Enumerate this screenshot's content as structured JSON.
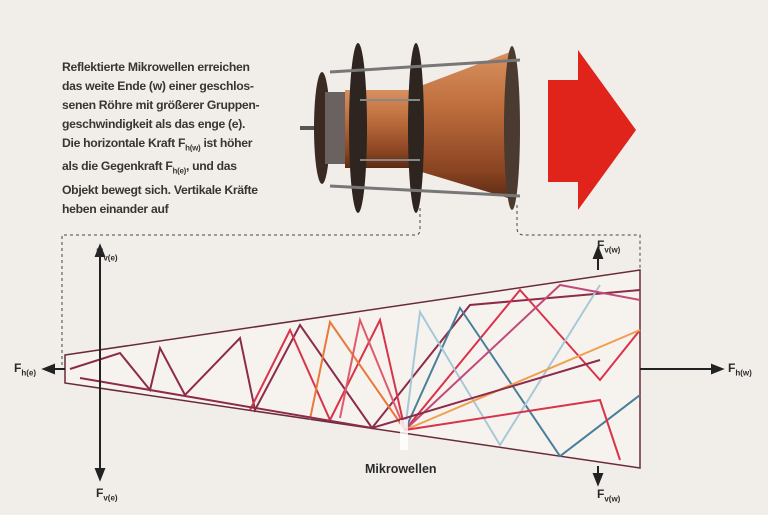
{
  "caption": {
    "lines": [
      "Reflektierte Mikrowellen erreichen",
      "das weite Ende (w) einer geschlos-",
      "senen Röhre mit größerer Gruppen-",
      "geschwindigkeit als das enge (e).",
      "Die horizontale Kraft F",
      "ist höher",
      "als die Gegenkraft F",
      ", und das",
      "Objekt bewegt sich. Vertikale Kräfte",
      "heben einander auf"
    ],
    "sub_hw": "h(w)",
    "sub_he": "h(e)"
  },
  "labels": {
    "F": "F",
    "fv_e": "v(e)",
    "fv_w": "v(w)",
    "fh_e": "h(e)",
    "fh_w": "h(w)",
    "mikrowellen": "Mikrowellen"
  },
  "colors": {
    "copper": "#b8683a",
    "arrow_red": "#e0241c",
    "rays": [
      "#8c2b4a",
      "#d9334a",
      "#e8793a",
      "#4a7f9a",
      "#a8c8d8",
      "#e05a6a",
      "#c24a7a",
      "#f0a050"
    ]
  }
}
